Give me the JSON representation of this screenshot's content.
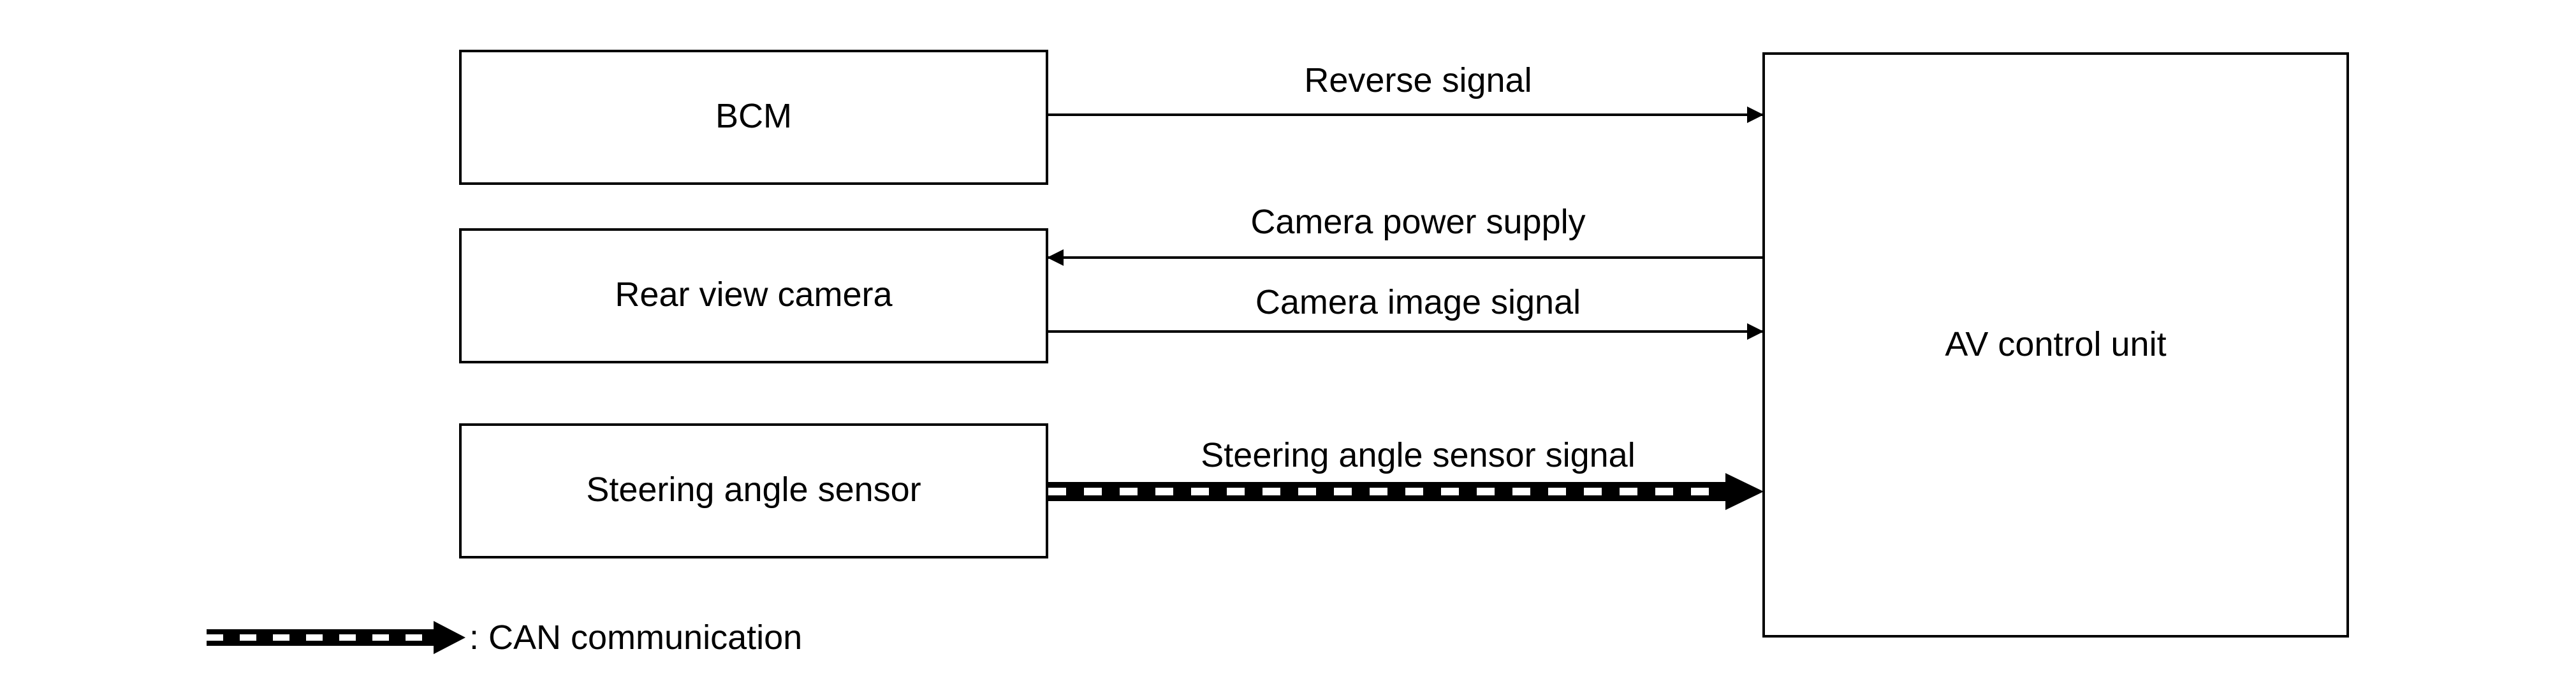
{
  "blocks": {
    "bcm": "BCM",
    "rear_view_camera": "Rear view camera",
    "steering_angle_sensor": "Steering angle sensor",
    "av_control_unit": "AV control unit"
  },
  "signals": {
    "reverse_signal": "Reverse signal",
    "camera_power_supply": "Camera power supply",
    "camera_image_signal": "Camera image signal",
    "steering_angle_sensor_signal": "Steering angle sensor signal"
  },
  "legend": {
    "can_label": ": CAN communication"
  },
  "colors": {
    "line": "#000000",
    "background": "#ffffff"
  }
}
